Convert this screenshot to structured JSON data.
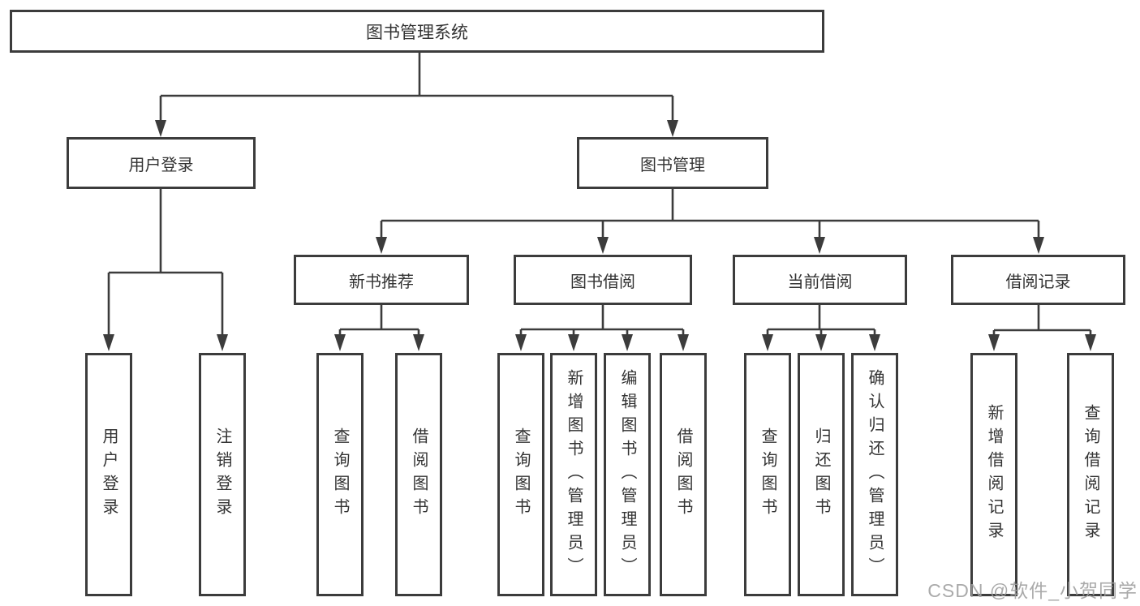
{
  "colors": {
    "line": "#3c3c3c",
    "box_border": "#3c3c3c",
    "text": "#333333",
    "background": "#ffffff",
    "watermark": "#9e9e9e"
  },
  "watermark": {
    "text": "CSDN @软件_小贺同学"
  },
  "tree": {
    "root": {
      "label": "图书管理系统",
      "children": [
        {
          "label": "用户登录",
          "children": [
            {
              "label": "用户登录"
            },
            {
              "label": "注销登录"
            }
          ]
        },
        {
          "label": "图书管理",
          "children": [
            {
              "label": "新书推荐",
              "children": [
                {
                  "label": "查询图书"
                },
                {
                  "label": "借阅图书"
                }
              ]
            },
            {
              "label": "图书借阅",
              "children": [
                {
                  "label": "查询图书"
                },
                {
                  "label": "新增图书（管理员）"
                },
                {
                  "label": "编辑图书（管理员）"
                },
                {
                  "label": "借阅图书"
                }
              ]
            },
            {
              "label": "当前借阅",
              "children": [
                {
                  "label": "查询图书"
                },
                {
                  "label": "归还图书"
                },
                {
                  "label": "确认归还（管理员）"
                }
              ]
            },
            {
              "label": "借阅记录",
              "children": [
                {
                  "label": "新增借阅记录"
                },
                {
                  "label": "查询借阅记录"
                }
              ]
            }
          ]
        }
      ]
    }
  }
}
